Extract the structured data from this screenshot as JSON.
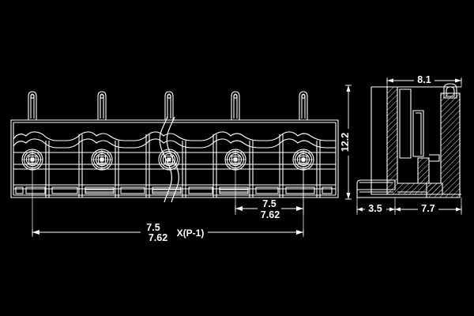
{
  "drawing": {
    "title": "terminal-block-technical-drawing",
    "background_color": "#000000",
    "line_color": "#ffffff",
    "text_color": "#ffffff",
    "views": [
      {
        "name": "front-view",
        "position": "left",
        "terminal_positions": 5,
        "has_break_line": true,
        "break_line_style": "s-curve"
      },
      {
        "name": "side-section-view",
        "position": "right",
        "hatching": "cross-hatch-45deg"
      }
    ]
  },
  "dimensions": {
    "pitch": {
      "label": "pitch-dimension",
      "upper": "7.5",
      "lower": "7.62",
      "display": "7.5 / 7.62"
    },
    "total_length": {
      "label": "total-length-dimension",
      "upper": "7.5",
      "lower": "7.62",
      "suffix": "X(P-1)",
      "display": "7.5 / 7.62 X(P-1)"
    },
    "side_width_top": {
      "label": "side-view-top-width",
      "value": "8.1"
    },
    "side_height": {
      "label": "side-view-height",
      "value": "12.2",
      "orientation": "vertical"
    },
    "side_base_left": {
      "label": "side-view-base-left",
      "value": "3.5"
    },
    "side_base_right": {
      "label": "side-view-base-right",
      "value": "7.7"
    }
  }
}
